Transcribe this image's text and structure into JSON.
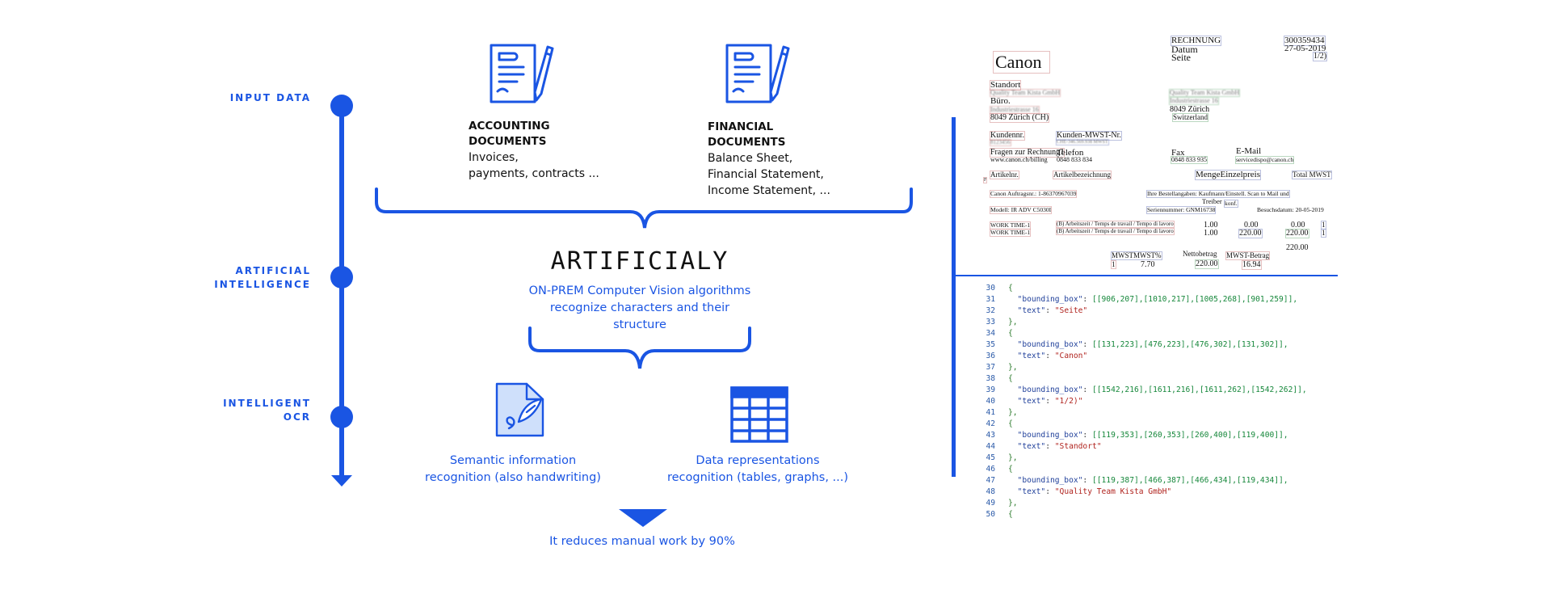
{
  "steps": [
    {
      "label": "INPUT DATA"
    },
    {
      "label": "ARTIFICIAL\nINTELLIGENCE"
    },
    {
      "label": "INTELLIGENT\nOCR"
    }
  ],
  "documents": [
    {
      "title": "ACCOUNTING\nDOCUMENTS",
      "desc": "Invoices,\npayments, contracts ...",
      "icon": "document-pen-icon"
    },
    {
      "title": "FINANCIAL\nDOCUMENTS",
      "desc": "Balance Sheet,\nFinancial Statement,\nIncome Statement, ...",
      "icon": "document-pen-icon"
    }
  ],
  "ai": {
    "brand": "ARTIFICIALY",
    "desc": "ON-PREM Computer Vision algorithms\nrecognize characters and their\nstructure"
  },
  "ocr": [
    {
      "desc": "Semantic information\nrecognition (also handwriting)",
      "icon": "handwriting-document-icon"
    },
    {
      "desc": "Data representations\nrecognition (tables, graphs, ...)",
      "icon": "table-icon"
    }
  ],
  "result": "It reduces manual work by 90%",
  "colors": {
    "accent": "#1a55e3",
    "dark": "#111111"
  },
  "invoice": {
    "rechnung": "RECHNUNG",
    "rechnung_no": "300359434",
    "datum": "Datum",
    "datum_val": "27-05-2019",
    "seite": "Seite",
    "seite_val": "1/2)",
    "canon": "Canon",
    "standort": "Standort",
    "quality": "Quality Team Kista GmbH",
    "buero": "Büro.",
    "addr_blur": "Industriestrasse 16",
    "city_left": "8049 Zürich (CH)",
    "quality_right": "Quality Team Kista GmbH",
    "addr_blur_right": "Industriestrasse 16",
    "city_right": "8049 Zürich",
    "country": "Switzerland",
    "kundennr": "Kundennr.",
    "kundennr_val": "8123456",
    "kunden_mwst": "Kunden-MWST-Nr.",
    "kunden_mwst_val": "CHE-346.569.938 MWST",
    "fragen": "Fragen zur Rechnung?",
    "telefon": "Telefon",
    "fax": "Fax",
    "email": "E-Mail",
    "web": "www.canon.ch/billing",
    "tel_val": "0848 833 834",
    "fax_val": "0848 833 935",
    "email_val": "servicedispo@canon.ch",
    "artikelnr": "Artikelnr.",
    "artikelbez": "Artikelbezeichnung",
    "menge": "MengeEinzelpreis",
    "total": "Total MWST",
    "f": "F",
    "auftrag": "Canon Auftragsnr.: 1-86370967039",
    "bestell": "Ihre Bestellangaben: Kaufmann/Einstell. Scan to Mail und",
    "treiber": "Treiber",
    "konf": "konf.",
    "modell": "Modell: IR ADV C5030I",
    "serien": "Seriennummer: GNM16738",
    "besuch": "Besuchsdatum: 20-05-2019",
    "work1": "WORK TIME-1",
    "work2": "WORK TIME-1",
    "arb1": "(B) Arbeitszeit / Temps de travail / Tempo di lavoro",
    "arb2": "(B) Arbeitszeit / Temps de travail / Tempo di lavoro",
    "q1": "1.00",
    "q2": "1.00",
    "p1": "0.00",
    "p2": "220.00",
    "t1": "0.00",
    "t2": "220.00",
    "m1": "1",
    "m2": "1",
    "sum": "220.00",
    "mwst_hdr": "MWSTMWST%",
    "netto_hdr": "Nettobetrag",
    "mwst_betrag_hdr": "MWST-Betrag",
    "mwst_code": "1",
    "mwst_pct": "7.70",
    "netto": "220.00",
    "mwst_amt": "16.94"
  },
  "code_lines": [
    {
      "n": "30",
      "kind": "open"
    },
    {
      "n": "31",
      "kind": "bbox",
      "val": "[[906,207],[1010,217],[1005,268],[901,259]]"
    },
    {
      "n": "32",
      "kind": "text",
      "val": "\"Seite\""
    },
    {
      "n": "33",
      "kind": "close"
    },
    {
      "n": "34",
      "kind": "open"
    },
    {
      "n": "35",
      "kind": "bbox",
      "val": "[[131,223],[476,223],[476,302],[131,302]]"
    },
    {
      "n": "36",
      "kind": "text",
      "val": "\"Canon\""
    },
    {
      "n": "37",
      "kind": "close"
    },
    {
      "n": "38",
      "kind": "open"
    },
    {
      "n": "39",
      "kind": "bbox",
      "val": "[[1542,216],[1611,216],[1611,262],[1542,262]]"
    },
    {
      "n": "40",
      "kind": "text",
      "val": "\"1/2)\""
    },
    {
      "n": "41",
      "kind": "close"
    },
    {
      "n": "42",
      "kind": "open"
    },
    {
      "n": "43",
      "kind": "bbox",
      "val": "[[119,353],[260,353],[260,400],[119,400]]"
    },
    {
      "n": "44",
      "kind": "text",
      "val": "\"Standort\""
    },
    {
      "n": "45",
      "kind": "close"
    },
    {
      "n": "46",
      "kind": "open"
    },
    {
      "n": "47",
      "kind": "bbox",
      "val": "[[119,387],[466,387],[466,434],[119,434]]"
    },
    {
      "n": "48",
      "kind": "text",
      "val": "\"Quality Team Kista GmbH\""
    },
    {
      "n": "49",
      "kind": "close"
    },
    {
      "n": "50",
      "kind": "open"
    }
  ],
  "code_keys": {
    "bbox": "\"bounding_box\"",
    "text": "\"text\""
  }
}
